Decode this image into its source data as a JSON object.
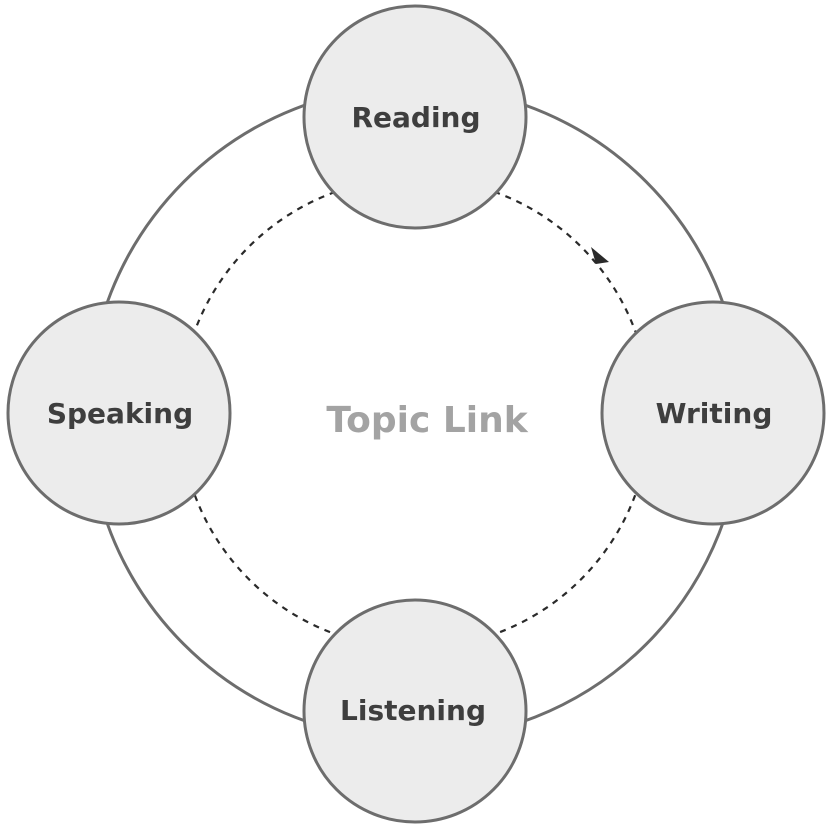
{
  "diagram": {
    "center_label": "Topic Link",
    "nodes": [
      {
        "id": "reading",
        "label": "Reading"
      },
      {
        "id": "writing",
        "label": "Writing"
      },
      {
        "id": "listening",
        "label": "Listening"
      },
      {
        "id": "speaking",
        "label": "Speaking"
      }
    ],
    "colors": {
      "ring_stroke": "#6d6d6d",
      "node_fill": "#ececec",
      "node_stroke": "#6d6d6d",
      "dashed_path": "#2a2a2a",
      "node_text": "#3e3e3e",
      "center_text": "#a3a3a3"
    }
  }
}
